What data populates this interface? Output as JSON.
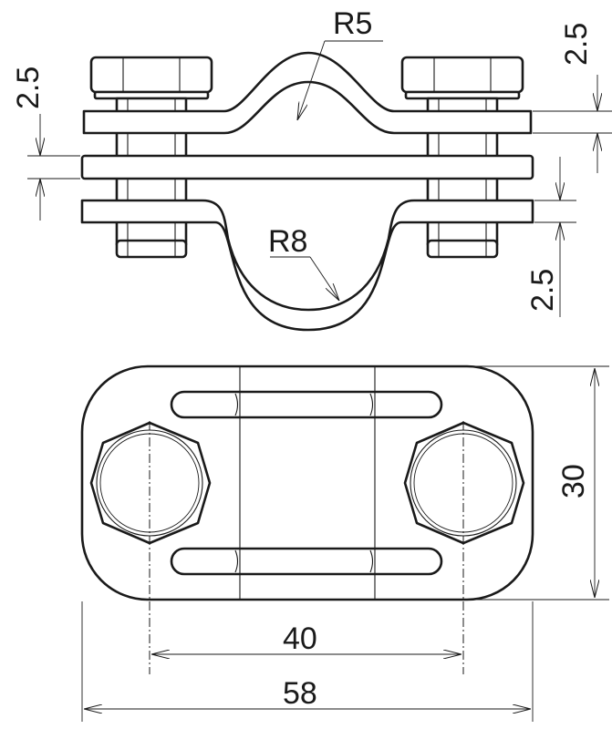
{
  "dimensions": {
    "radius_top": "R5",
    "radius_bottom": "R8",
    "thickness_upper": "2.5",
    "thickness_left": "2.5",
    "thickness_lower": "2.5",
    "height": "30",
    "bolt_spacing": "40",
    "overall_length": "58"
  },
  "colors": {
    "line": "#1a1a1a",
    "background": "#ffffff"
  }
}
